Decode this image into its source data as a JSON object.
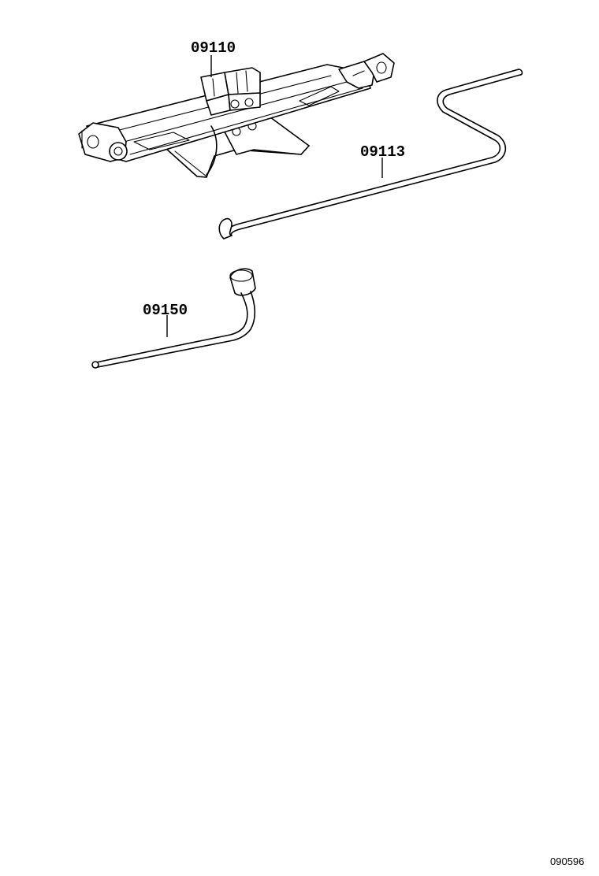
{
  "diagram": {
    "parts": [
      {
        "id": "jack",
        "number": "09110",
        "icon": "scissor-jack-drawing"
      },
      {
        "id": "jack-handle",
        "number": "09113",
        "icon": "jack-handle-rod-drawing"
      },
      {
        "id": "wheel-nut-wrench",
        "number": "09150",
        "icon": "l-shaped-lug-wrench-drawing"
      }
    ],
    "reference_code": "090596"
  }
}
